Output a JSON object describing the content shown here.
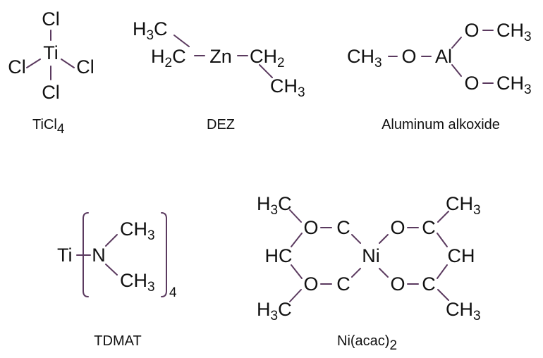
{
  "colors": {
    "bond": "#5b3a5f",
    "text": "#111111",
    "background": "#ffffff"
  },
  "molecules": {
    "ticl4": {
      "caption": "TiCl",
      "caption_sub": "4",
      "atoms": {
        "center": "Ti",
        "top": "Cl",
        "left": "Cl",
        "right": "Cl",
        "bottom": "Cl"
      }
    },
    "dez": {
      "caption": "DEZ",
      "atoms": {
        "ch3_left": "H",
        "ch3_left_sub": "3",
        "ch3_left_tail": "C",
        "ch2_left": "H",
        "ch2_left_sub": "2",
        "ch2_left_tail": "C",
        "zn": "Zn",
        "ch2_right": "CH",
        "ch2_right_sub": "2",
        "ch3_right": "CH",
        "ch3_right_sub": "3"
      }
    },
    "alkoxide": {
      "caption": "Aluminum alkoxide",
      "atoms": {
        "ch3_left": "CH",
        "ch3_left_sub": "3",
        "o_left": "O",
        "al": "Al",
        "o_top": "O",
        "ch3_top": "CH",
        "ch3_top_sub": "3",
        "o_bottom": "O",
        "ch3_bottom": "CH",
        "ch3_bottom_sub": "3"
      }
    },
    "tdmat": {
      "caption": "TDMAT",
      "atoms": {
        "ti": "Ti",
        "n": "N",
        "ch3_top": "CH",
        "ch3_top_sub": "3",
        "ch3_bottom": "CH",
        "ch3_bottom_sub": "3",
        "multiplier": "4"
      }
    },
    "niacac": {
      "caption": "Ni(acac)",
      "caption_sub": "2",
      "atoms": {
        "ni": "Ni",
        "h3c_top": "H",
        "h3c_top_sub": "3",
        "h3c_top_tail": "C",
        "o_tl": "O",
        "c_tl": "C",
        "hc": "HC",
        "o_bl": "O",
        "c_bl": "C",
        "h3c_bottom": "H",
        "h3c_bottom_sub": "3",
        "h3c_bottom_tail": "C",
        "o_tr": "O",
        "c_tr": "C",
        "ch3_tr": "CH",
        "ch3_tr_sub": "3",
        "ch": "CH",
        "o_br": "O",
        "c_br": "C",
        "ch3_br": "CH",
        "ch3_br_sub": "3"
      }
    }
  }
}
